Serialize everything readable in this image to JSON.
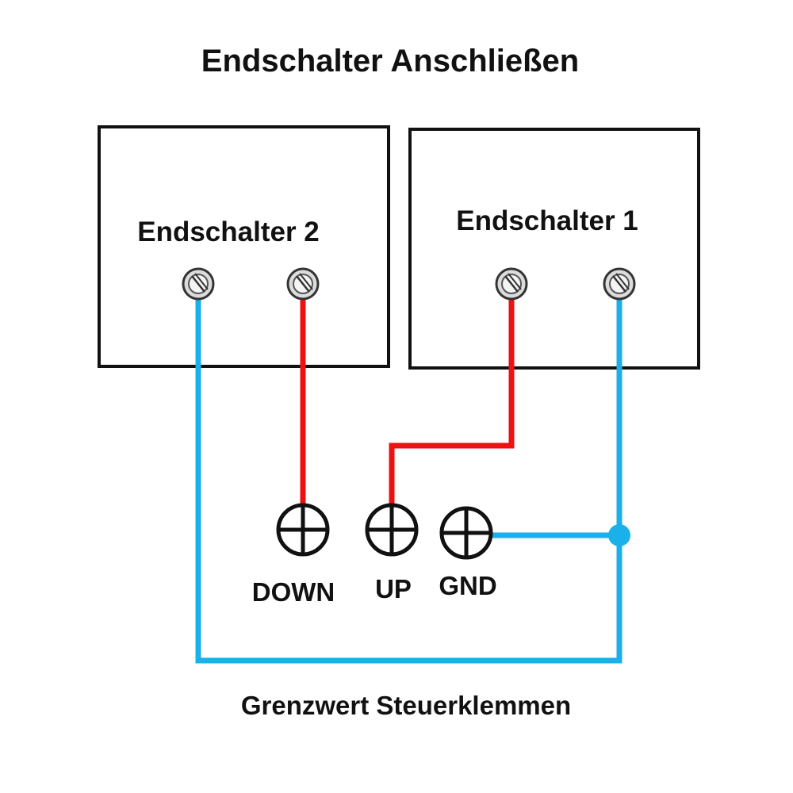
{
  "title": "Endschalter Anschließen",
  "switches": [
    {
      "label": "Endschalter 2"
    },
    {
      "label": "Endschalter 1"
    }
  ],
  "terminals": [
    {
      "label": "DOWN"
    },
    {
      "label": "UP"
    },
    {
      "label": "GND"
    }
  ],
  "caption": "Grenzwert Steuerklemmen",
  "colors": {
    "wire_red": "#ee1111",
    "wire_blue": "#1ab0ea",
    "outline": "#111111"
  }
}
